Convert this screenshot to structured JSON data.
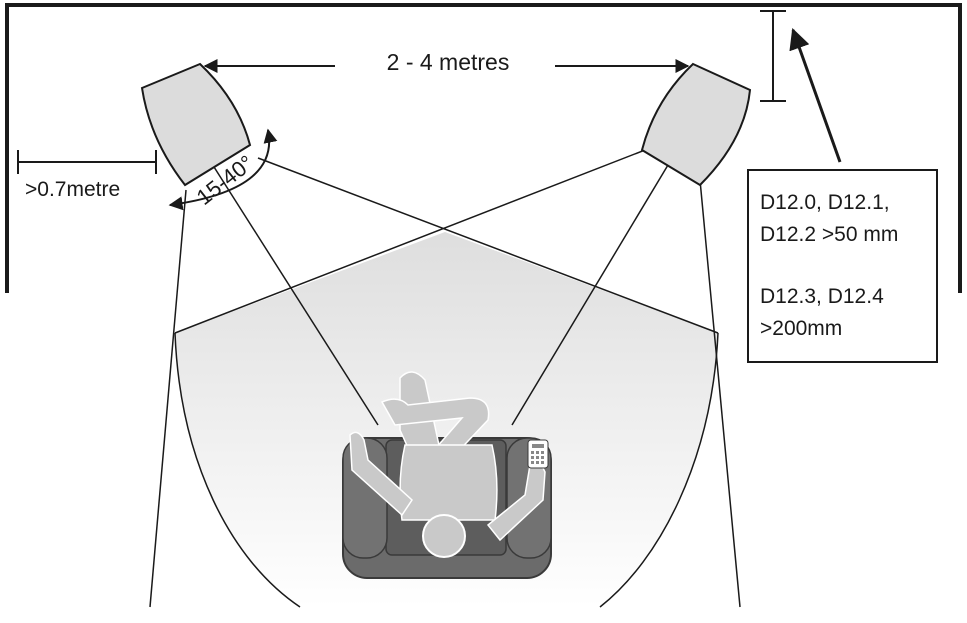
{
  "labels": {
    "speaker_spacing": "2 - 4 metres",
    "wall_distance": ">0.7metre",
    "toe_in_angle": "15-40°"
  },
  "note": {
    "line1": "D12.0, D12.1,",
    "line2": "D12.2 >50 mm",
    "line3": "D12.3, D12.4",
    "line4": ">200mm"
  },
  "colors": {
    "line": "#1a1a1a",
    "speaker_fill": "#dcdcdc",
    "listening_zone": "#e4e4e4",
    "chair": "#6b6b6b",
    "person": "#c9c9c9"
  }
}
